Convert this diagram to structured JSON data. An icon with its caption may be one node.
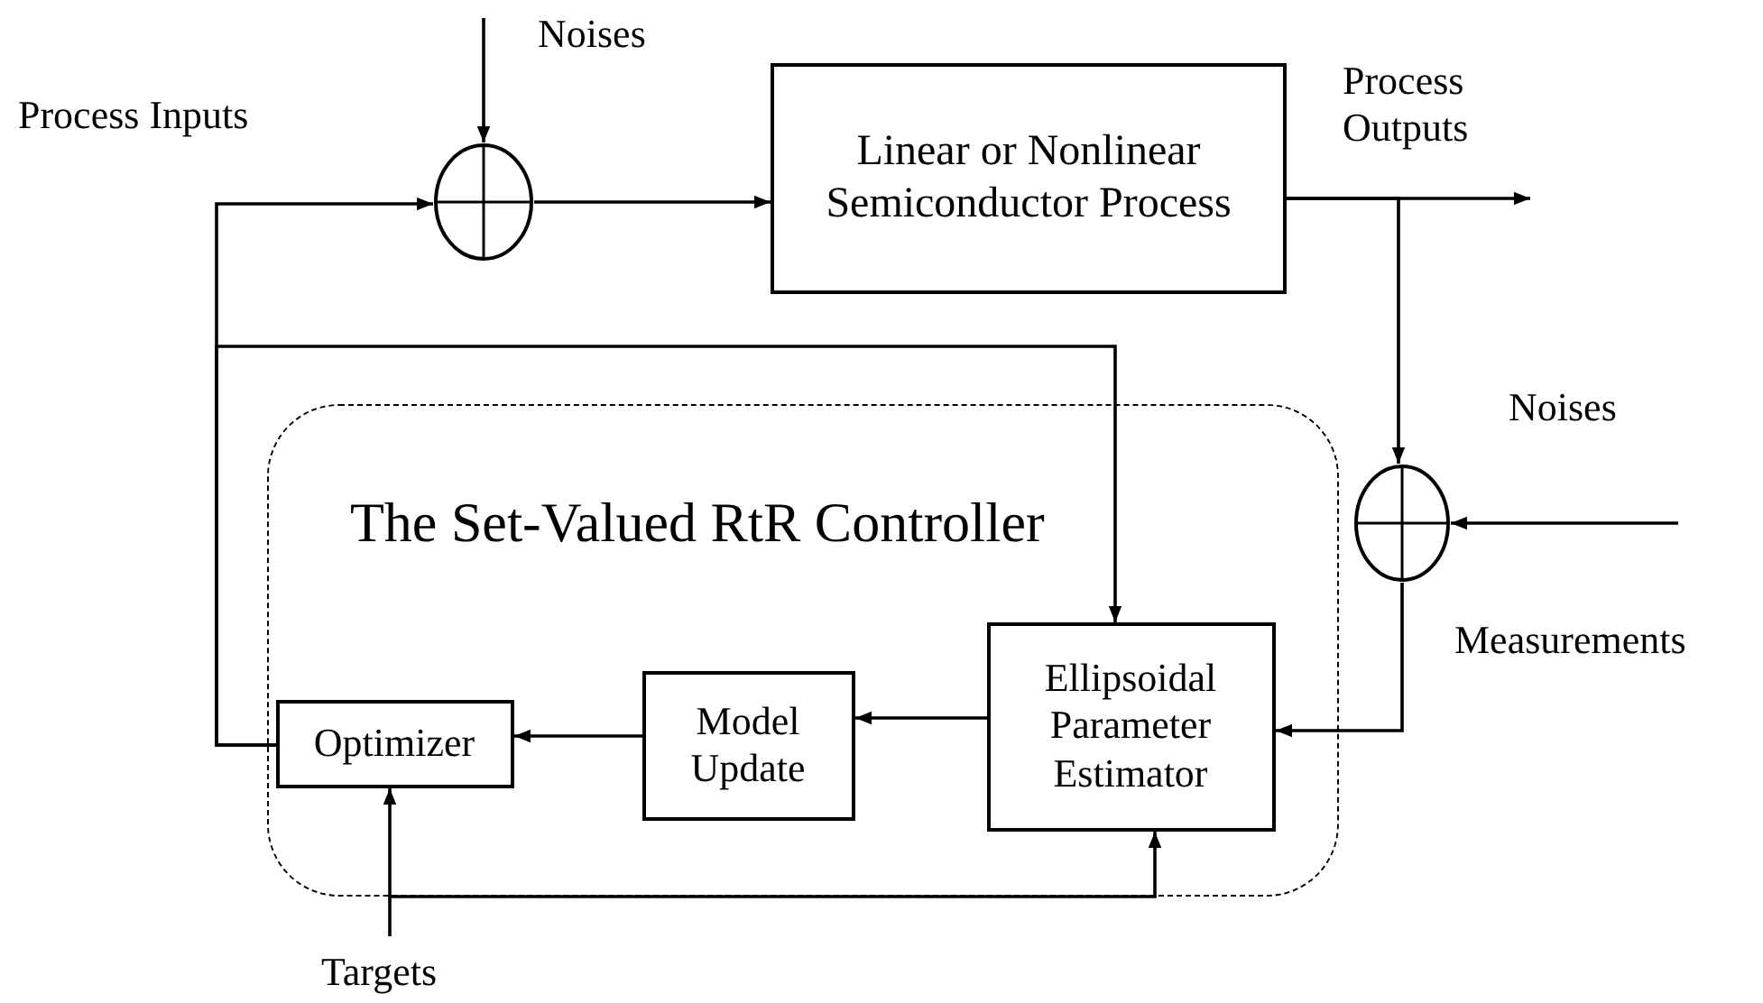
{
  "diagram": {
    "nodes": [
      {
        "text": [],
        "shape": "circle"
      },
      {
        "text": [
          "Linear or Nonlinear Semiconductor Process"
        ]
      },
      {
        "text": [],
        "shape": "circle"
      },
      {
        "text": [
          "The Set-Valued RtR Controller"
        ]
      },
      {
        "text": [
          "Optimizer"
        ],
        "in": 3
      },
      {
        "text": [
          "Model Update"
        ],
        "in": 3
      },
      {
        "text": [
          "Ellipsoidal Parameter Estimator"
        ],
        "in": 3
      }
    ],
    "edges": [
      {
        "from": null,
        "to": 0,
        "arrow": "to"
      },
      {
        "from": 0,
        "to": 1,
        "arrow": "to"
      },
      {
        "from": 1,
        "to": null,
        "arrow": "to"
      },
      {
        "from": 1,
        "to": 2,
        "arrow": "to"
      },
      {
        "from": null,
        "to": 2,
        "arrow": "to"
      },
      {
        "from": 2,
        "to": 6,
        "arrow": "to"
      },
      {
        "from": 6,
        "to": 5,
        "arrow": "to"
      },
      {
        "from": 5,
        "to": 4,
        "arrow": "to"
      },
      {
        "from": 4,
        "to": 0,
        "arrow": "to"
      },
      {
        "from": 4,
        "to": 6,
        "arrow": "to"
      },
      {
        "from": null,
        "to": 4,
        "arrow": "to"
      },
      {
        "from": null,
        "to": 6,
        "arrow": "to"
      }
    ],
    "labels": [
      "Noises",
      "Process Inputs",
      "Process Outputs",
      "Noises",
      "Measurements",
      "Targets"
    ]
  }
}
